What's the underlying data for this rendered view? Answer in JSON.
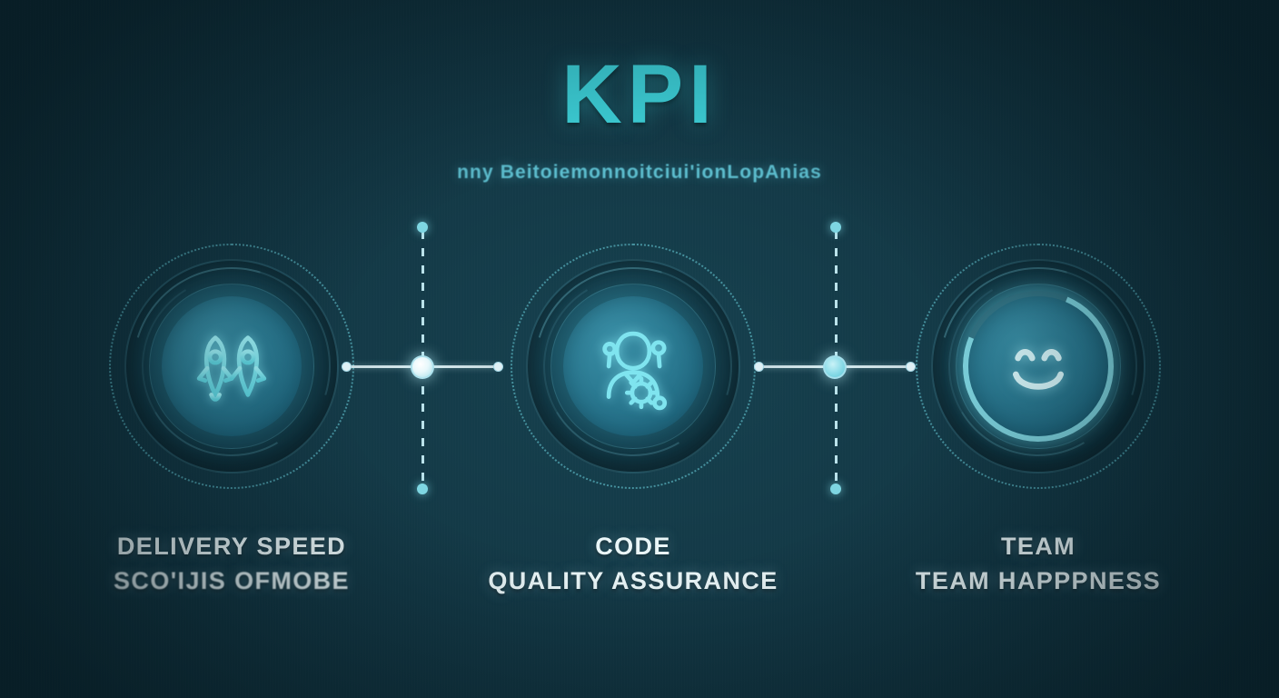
{
  "header": {
    "title": "KPI",
    "subtitle": "nny Beitoiemonnoitciui'ionLopAnias",
    "title_color": "#3ED3DB",
    "subtitle_color": "#63C9DA"
  },
  "theme": {
    "background": "#123542",
    "accent_cyan": "#3ED3DB",
    "node_disc": "#2B7A92",
    "label_text": "#EAF6F8",
    "connector_line": "#E2F3F7",
    "dashed_divider": "#C8F0F8",
    "divider_cap": "#7ED6E2"
  },
  "nodes": [
    {
      "icon": "rocket-speed-icon",
      "caption_line1": "DELIVERY SPEED",
      "caption_line2": "SCO'IJIS OFMOBE"
    },
    {
      "icon": "person-gears-icon",
      "caption_line1": "CODE",
      "caption_line2": "QUALITY ASSURANCE"
    },
    {
      "icon": "smiley-face-icon",
      "caption_line1": "TEAM",
      "caption_line2": "TEAM HAPPPNESS"
    }
  ],
  "connectors": [
    {
      "name": "connector-delivery-to-code",
      "hub": "node-hub-white"
    },
    {
      "name": "connector-code-to-team",
      "hub": "node-hub-cyan"
    }
  ],
  "dividers": [
    {
      "name": "divider-left"
    },
    {
      "name": "divider-right"
    }
  ]
}
